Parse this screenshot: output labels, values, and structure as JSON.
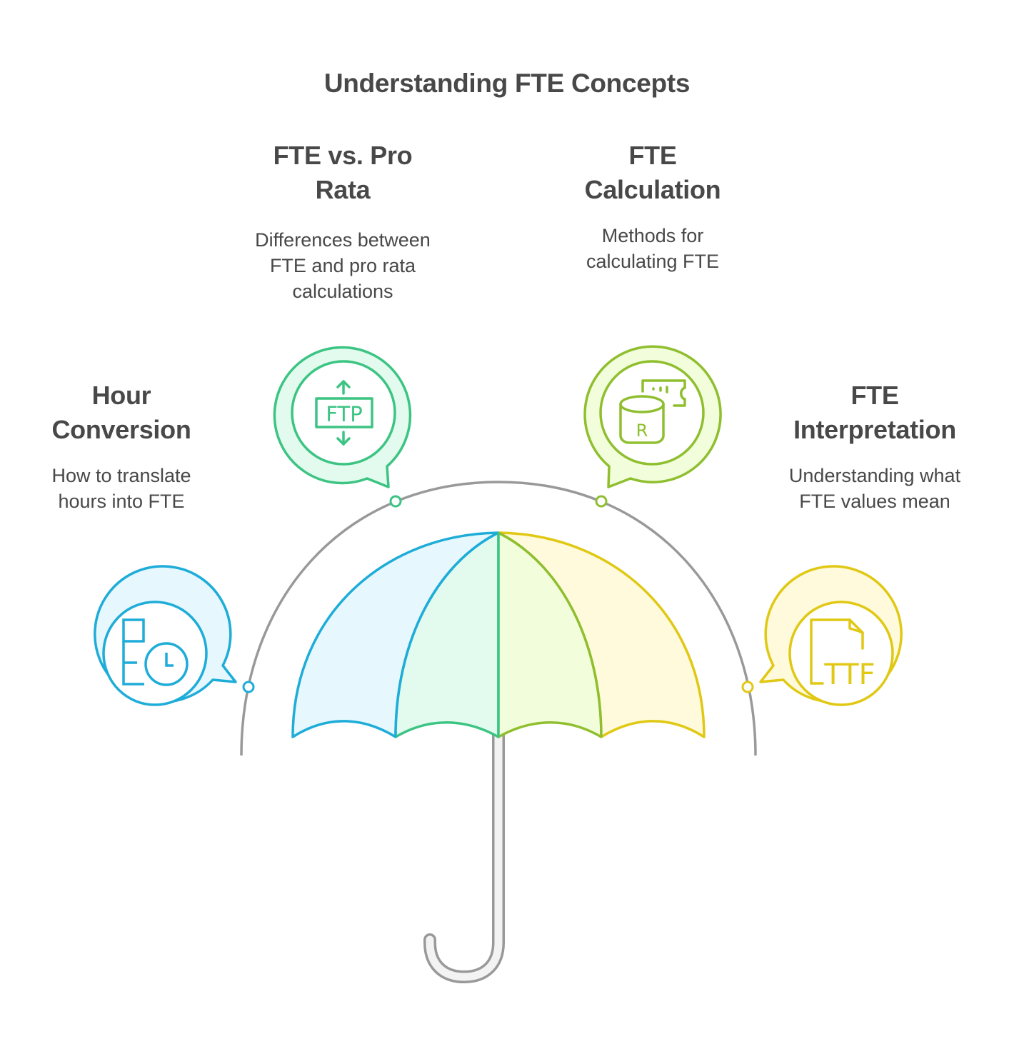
{
  "title": "Understanding FTE Concepts",
  "colors": {
    "blue": "#1eacd8",
    "teal": "#3cc483",
    "green": "#8fbf2f",
    "yellow": "#e0c814",
    "gray": "#999999",
    "text": "#484848"
  },
  "concepts": [
    {
      "heading_line1": "Hour",
      "heading_line2": "Conversion",
      "desc_line1": "How to translate",
      "desc_line2": "hours into FTE",
      "icon": "calendar-clock-icon",
      "color": "blue"
    },
    {
      "heading_line1": "FTE vs. Pro",
      "heading_line2": "Rata",
      "desc_line1": "Differences between",
      "desc_line2": "FTE and pro rata",
      "desc_line3": "calculations",
      "icon": "ftp-transfer-icon",
      "icon_text": "FTP",
      "color": "teal"
    },
    {
      "heading_line1": "FTE",
      "heading_line2": "Calculation",
      "desc_line1": "Methods for",
      "desc_line2": "calculating FTE",
      "icon": "database-r-icon",
      "icon_text": "R",
      "color": "green"
    },
    {
      "heading_line1": "FTE",
      "heading_line2": "Interpretation",
      "desc_line1": "Understanding what",
      "desc_line2": "FTE values mean",
      "icon": "ttf-file-icon",
      "icon_text": "TTF",
      "color": "yellow"
    }
  ]
}
